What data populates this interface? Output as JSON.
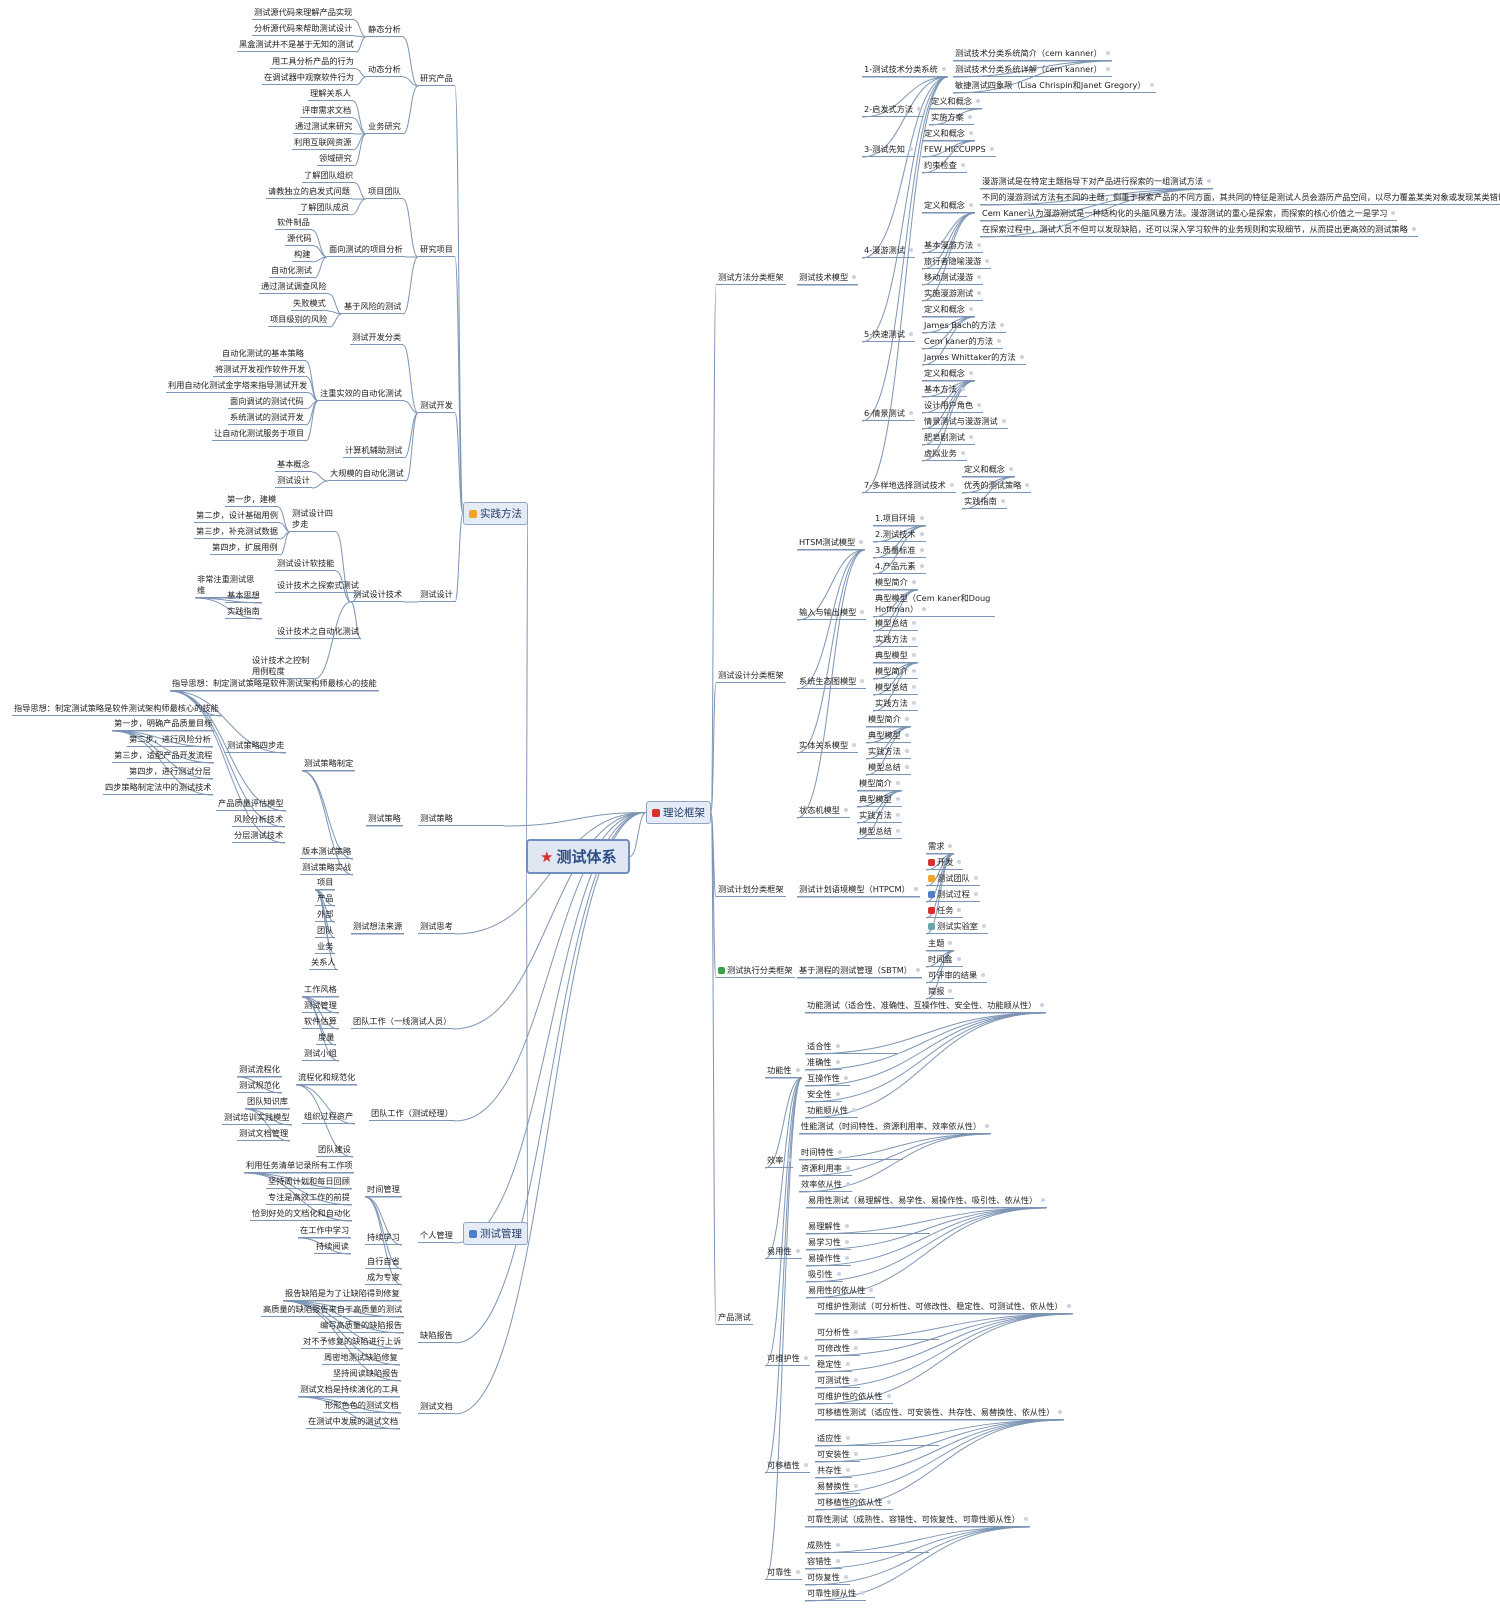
{
  "colors": {
    "link": "#7d95b4",
    "root_border": "#6f8fbf",
    "red": "#d9302c",
    "orange": "#f2a42a",
    "blue": "#4d7ec7",
    "green": "#3aa047",
    "teal": "#6aa6a8"
  },
  "root": {
    "label": "测试体系",
    "icon": "star-icon"
  },
  "mains": [
    {
      "id": "m1",
      "label": "实践方法",
      "badge": "orange"
    },
    {
      "id": "m2",
      "label": "测试管理",
      "badge": "blue"
    },
    {
      "id": "m3",
      "label": "理论框架",
      "badge": "red"
    }
  ],
  "nodes": [
    {
      "l": "研究产品"
    },
    {
      "l": "静态分析"
    },
    {
      "l": "测试源代码来理解产品实现"
    },
    {
      "l": "分析源代码来帮助测试设计"
    },
    {
      "l": "黑盒测试并不是基于无知的测试"
    },
    {
      "l": "动态分析"
    },
    {
      "l": "用工具分析产品的行为"
    },
    {
      "l": "在调试器中观察软件行为"
    },
    {
      "l": "业务研究"
    },
    {
      "l": "理解关系人"
    },
    {
      "l": "评审需求文档"
    },
    {
      "l": "通过测试来研究"
    },
    {
      "l": "利用互联网资源"
    },
    {
      "l": "领域研究"
    },
    {
      "l": "研究项目"
    },
    {
      "l": "项目团队"
    },
    {
      "l": "了解团队组织"
    },
    {
      "l": "请教独立的启发式问题"
    },
    {
      "l": "了解团队成员"
    },
    {
      "l": "面向测试的项目分析"
    },
    {
      "l": "软件制品"
    },
    {
      "l": "源代码"
    },
    {
      "l": "构建"
    },
    {
      "l": "自动化测试"
    },
    {
      "l": "基于风险的测试"
    },
    {
      "l": "通过测试调查风险"
    },
    {
      "l": "失败模式"
    },
    {
      "l": "项目级别的风险"
    },
    {
      "l": "测试开发"
    },
    {
      "l": "测试开发分类"
    },
    {
      "l": "注重实效的自动化测试"
    },
    {
      "l": "自动化测试的基本策略"
    },
    {
      "l": "将测试开发视作软件开发"
    },
    {
      "l": "利用自动化测试金字塔来指导测试开发"
    },
    {
      "l": "面向调试的测试代码"
    },
    {
      "l": "系统测试的测试开发"
    },
    {
      "l": "让自动化测试服务于项目"
    },
    {
      "l": "计算机辅助测试"
    },
    {
      "l": "大规模的自动化测试"
    },
    {
      "l": "基本概念"
    },
    {
      "l": "测试设计"
    },
    {
      "l": "测试设计"
    },
    {
      "l": "测试设计技术"
    },
    {
      "l": "测试设计四步走"
    },
    {
      "l": "第一步，建模"
    },
    {
      "l": "第二步，设计基础用例"
    },
    {
      "l": "第三步，补充测试数据"
    },
    {
      "l": "第四步，扩展用例"
    },
    {
      "l": "测试设计软技能"
    },
    {
      "l": "设计技术之探索式测试"
    },
    {
      "l": "非常注重测试思维"
    },
    {
      "l": "基本思想"
    },
    {
      "l": "实践指南"
    },
    {
      "l": "设计技术之自动化测试"
    },
    {
      "l": "设计技术之控制用例粒度"
    },
    {
      "l": "测试策略"
    },
    {
      "l": "测试策略"
    },
    {
      "l": "测试策略制定"
    },
    {
      "l": "指导思想：制定测试策略是软件测试架构师最核心的技能"
    },
    {
      "l": "指导思想：制定测试策略是软件测试架构师最核心的技能"
    },
    {
      "l": "测试策略四步走"
    },
    {
      "l": "第一步，明确产品质量目标"
    },
    {
      "l": "第二步，进行风险分析"
    },
    {
      "l": "第三步，适配产品开发流程"
    },
    {
      "l": "第四步，进行测试分层"
    },
    {
      "l": "四步策略制定法中的测试技术"
    },
    {
      "l": "产品质量评估模型"
    },
    {
      "l": "风险分析技术"
    },
    {
      "l": "分层测试技术"
    },
    {
      "l": "版本测试策略"
    },
    {
      "l": "测试策略实战"
    },
    {
      "l": "测试思考"
    },
    {
      "l": "测试想法来源"
    },
    {
      "l": "项目"
    },
    {
      "l": "产品"
    },
    {
      "l": "外部"
    },
    {
      "l": "团队"
    },
    {
      "l": "业务"
    },
    {
      "l": "关系人"
    },
    {
      "l": "团队工作（一线测试人员）"
    },
    {
      "l": "工作风格"
    },
    {
      "l": "测试管理"
    },
    {
      "l": "软件估算"
    },
    {
      "l": "度量"
    },
    {
      "l": "测试小组"
    },
    {
      "l": "团队工作（测试经理）"
    },
    {
      "l": "流程化和规范化"
    },
    {
      "l": "测试流程化"
    },
    {
      "l": "测试规范化"
    },
    {
      "l": "组织过程资产"
    },
    {
      "l": "团队知识库"
    },
    {
      "l": "测试培训实践模型"
    },
    {
      "l": "测试文档管理"
    },
    {
      "l": "团队建设"
    },
    {
      "l": "个人管理"
    },
    {
      "l": "时间管理"
    },
    {
      "l": "利用任务清单记录所有工作项"
    },
    {
      "l": "坚持周计划和每日回顾"
    },
    {
      "l": "专注是高效工作的前提"
    },
    {
      "l": "恰到好处的文档化和自动化"
    },
    {
      "l": "持续学习"
    },
    {
      "l": "在工作中学习"
    },
    {
      "l": "持续阅读"
    },
    {
      "l": "自行自省"
    },
    {
      "l": "成为专家"
    },
    {
      "l": "缺陷报告"
    },
    {
      "l": "报告缺陷是为了让缺陷得到修复"
    },
    {
      "l": "高质量的缺陷报告来自于高质量的测试"
    },
    {
      "l": "编写高质量的缺陷报告"
    },
    {
      "l": "对不予修复的缺陷进行上诉"
    },
    {
      "l": "周密地测试缺陷修复"
    },
    {
      "l": "坚持阅读缺陷报告"
    },
    {
      "l": "测试文档"
    },
    {
      "l": "测试文档是持续演化的工具"
    },
    {
      "l": "形形色色的测试文档"
    },
    {
      "l": "在测试中发展的测试文档"
    },
    {
      "l": "测试方法分类框架"
    },
    {
      "l": "测试技术模型"
    },
    {
      "l": "1-测试技术分类系统"
    },
    {
      "l": "测试技术分类系统简介（cem kanner）"
    },
    {
      "l": "测试技术分类系统详解（cem kanner）"
    },
    {
      "l": "敏捷测试四象限（Lisa Chrispin和Janet Gregory）"
    },
    {
      "l": "2-启发式方法"
    },
    {
      "l": "定义和概念"
    },
    {
      "l": "实施方案"
    },
    {
      "l": "3-测试先知"
    },
    {
      "l": "定义和概念"
    },
    {
      "l": "FEW HICCUPPS"
    },
    {
      "l": "约束检查"
    },
    {
      "l": "4-漫游测试"
    },
    {
      "l": "定义和概念"
    },
    {
      "l": "漫游测试是在特定主题指导下对产品进行探索的一组测试方法"
    },
    {
      "l": "不同的漫游测试方法有不同的主题，侧重于探索产品的不同方面，其共同的特征是测试人员会游历产品空间，以尽力覆盖某类对象或发现某类错误"
    },
    {
      "l": "Cem Kaner认为漫游测试是一种结构化的头脑风暴方法。漫游测试的重心是探索，而探索的核心价值之一是学习"
    },
    {
      "l": "在探索过程中，测试人员不但可以发现缺陷，还可以深入学习软件的业务规则和实现细节，从而提出更高效的测试策略"
    },
    {
      "l": "基本漫游方法"
    },
    {
      "l": "旅行者隐喻漫游"
    },
    {
      "l": "移动测试漫游"
    },
    {
      "l": "实施漫游测试"
    },
    {
      "l": "5-快速测试"
    },
    {
      "l": "定义和概念"
    },
    {
      "l": "James Bach的方法"
    },
    {
      "l": "Cem kaner的方法"
    },
    {
      "l": "James Whittaker的方法"
    },
    {
      "l": "6-情景测试"
    },
    {
      "l": "定义和概念"
    },
    {
      "l": "基本方法"
    },
    {
      "l": "设计用户角色"
    },
    {
      "l": "情景测试与漫游测试"
    },
    {
      "l": "肥皂剧测试"
    },
    {
      "l": "虚拟业务"
    },
    {
      "l": "7-多样地选择测试技术"
    },
    {
      "l": "定义和概念"
    },
    {
      "l": "优秀的测试策略"
    },
    {
      "l": "实践指南"
    },
    {
      "l": "测试设计分类框架"
    },
    {
      "l": "HTSM测试模型"
    },
    {
      "l": "1.项目环境"
    },
    {
      "l": "2.测试技术"
    },
    {
      "l": "3.质量标准"
    },
    {
      "l": "4.产品元素"
    },
    {
      "l": "输入与输出模型"
    },
    {
      "l": "模型简介"
    },
    {
      "l": "典型模型（Cem kaner和Doug Hoffman）"
    },
    {
      "l": "模型总结"
    },
    {
      "l": "实践方法"
    },
    {
      "l": "系统生态图模型"
    },
    {
      "l": "典型模型"
    },
    {
      "l": "模型简介"
    },
    {
      "l": "模型总结"
    },
    {
      "l": "实践方法"
    },
    {
      "l": "实体关系模型"
    },
    {
      "l": "模型简介"
    },
    {
      "l": "典型模型"
    },
    {
      "l": "实践方法"
    },
    {
      "l": "模型总结"
    },
    {
      "l": "状态机模型"
    },
    {
      "l": "模型简介"
    },
    {
      "l": "典型模型"
    },
    {
      "l": "实践方法"
    },
    {
      "l": "模型总结"
    },
    {
      "l": "测试计划分类框架"
    },
    {
      "l": "测试计划语境模型（HTPCM）"
    },
    {
      "l": "需求"
    },
    {
      "l": "开发"
    },
    {
      "l": "测试团队"
    },
    {
      "l": "测试过程"
    },
    {
      "l": "任务"
    },
    {
      "l": "测试实验室"
    },
    {
      "l": "测试执行分类框架"
    },
    {
      "l": "基于测程的测试管理（SBTM）"
    },
    {
      "l": "主题"
    },
    {
      "l": "时间盒"
    },
    {
      "l": "可评审的结果"
    },
    {
      "l": "简报"
    },
    {
      "l": "产品测试"
    },
    {
      "l": "功能性"
    },
    {
      "l": "功能测试（适合性、准确性、互操作性、安全性、功能顺从性）"
    },
    {
      "l": "适合性"
    },
    {
      "l": "准确性"
    },
    {
      "l": "互操作性"
    },
    {
      "l": "安全性"
    },
    {
      "l": "功能顺从性"
    },
    {
      "l": "效率"
    },
    {
      "l": "性能测试（时间特性、资源利用率、效率依从性）"
    },
    {
      "l": "时间特性"
    },
    {
      "l": "资源利用率"
    },
    {
      "l": "效率依从性"
    },
    {
      "l": "易用性"
    },
    {
      "l": "易用性测试（易理解性、易学性、易操作性、吸引性、依从性）"
    },
    {
      "l": "易理解性"
    },
    {
      "l": "易学习性"
    },
    {
      "l": "易操作性"
    },
    {
      "l": "吸引性"
    },
    {
      "l": "易用性的依从性"
    },
    {
      "l": "可维护性"
    },
    {
      "l": "可维护性测试（可分析性、可修改性、稳定性、可测试性、依从性）"
    },
    {
      "l": "可分析性"
    },
    {
      "l": "可修改性"
    },
    {
      "l": "稳定性"
    },
    {
      "l": "可测试性"
    },
    {
      "l": "可维护性的依从性"
    },
    {
      "l": "可移植性"
    },
    {
      "l": "可移植性测试（适应性、可安装性、共存性、易替换性、依从性）"
    },
    {
      "l": "适应性"
    },
    {
      "l": "可安装性"
    },
    {
      "l": "共存性"
    },
    {
      "l": "易替换性"
    },
    {
      "l": "可移植性的依从性"
    },
    {
      "l": "可靠性"
    },
    {
      "l": "可靠性测试（成熟性、容错性、可恢复性、可靠性顺从性）"
    },
    {
      "l": "成熟性"
    },
    {
      "l": "容错性"
    },
    {
      "l": "可恢复性"
    },
    {
      "l": "可靠性顺从性"
    }
  ]
}
